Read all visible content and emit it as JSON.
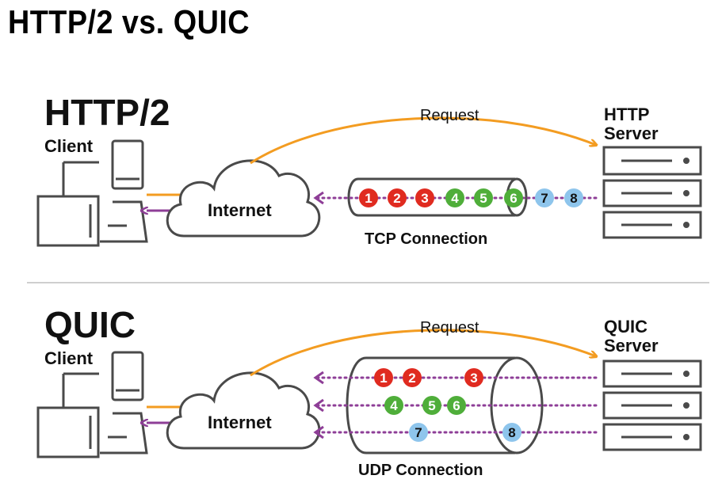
{
  "title": "HTTP/2 vs. QUIC",
  "colors": {
    "request_arrow": "#F39C21",
    "response_arrow": "#8E3E97",
    "packet_red": "#E02B20",
    "packet_green": "#4FAE3A",
    "packet_blue": "#8EC5EC",
    "outline": "#4a4a4a",
    "divider": "#cfcfcf"
  },
  "http2": {
    "heading": "HTTP/2",
    "client_label": "Client",
    "internet_label": "Internet",
    "request_label": "Request",
    "server_label_line1": "HTTP",
    "server_label_line2": "Server",
    "connection_label": "TCP Connection",
    "packets": [
      {
        "label": "1",
        "color": "red"
      },
      {
        "label": "2",
        "color": "red"
      },
      {
        "label": "3",
        "color": "red"
      },
      {
        "label": "4",
        "color": "green"
      },
      {
        "label": "5",
        "color": "green"
      },
      {
        "label": "6",
        "color": "green"
      },
      {
        "label": "7",
        "color": "blue"
      },
      {
        "label": "8",
        "color": "blue"
      }
    ]
  },
  "quic": {
    "heading": "QUIC",
    "client_label": "Client",
    "internet_label": "Internet",
    "request_label": "Request",
    "server_label_line1": "QUIC",
    "server_label_line2": "Server",
    "connection_label": "UDP Connection",
    "streams": [
      [
        {
          "label": "1",
          "color": "red"
        },
        {
          "label": "2",
          "color": "red"
        },
        {
          "label": "3",
          "color": "red"
        }
      ],
      [
        {
          "label": "4",
          "color": "green"
        },
        {
          "label": "5",
          "color": "green"
        },
        {
          "label": "6",
          "color": "green"
        }
      ],
      [
        {
          "label": "7",
          "color": "blue"
        },
        {
          "label": "8",
          "color": "blue"
        }
      ]
    ]
  }
}
